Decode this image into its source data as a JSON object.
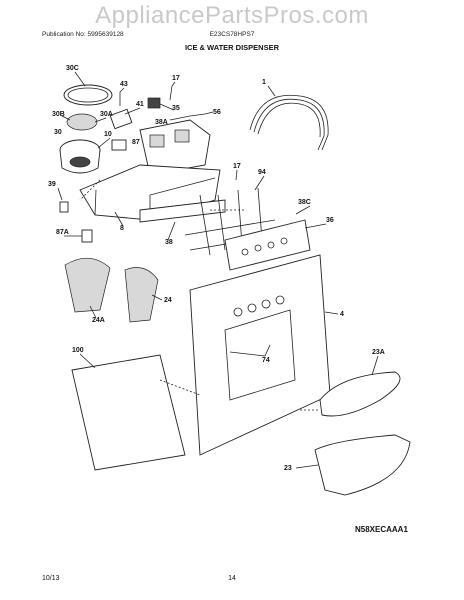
{
  "watermark": "AppliancePartsPros.com",
  "header": {
    "publication": "Publication No: 5995639128",
    "model": "E23CS78HPS7",
    "title": "ICE & WATER DISPENSER"
  },
  "diagram_code": "N58XECAAA1",
  "footer": {
    "date": "10/13",
    "page": "14"
  },
  "callouts": [
    "30C",
    "43",
    "17",
    "1",
    "41",
    "35",
    "56",
    "30B",
    "30A",
    "38A",
    "10",
    "87",
    "30",
    "39",
    "17",
    "94",
    "38C",
    "36",
    "87A",
    "8",
    "38",
    "4",
    "24",
    "24A",
    "100",
    "74",
    "23A",
    "23"
  ]
}
